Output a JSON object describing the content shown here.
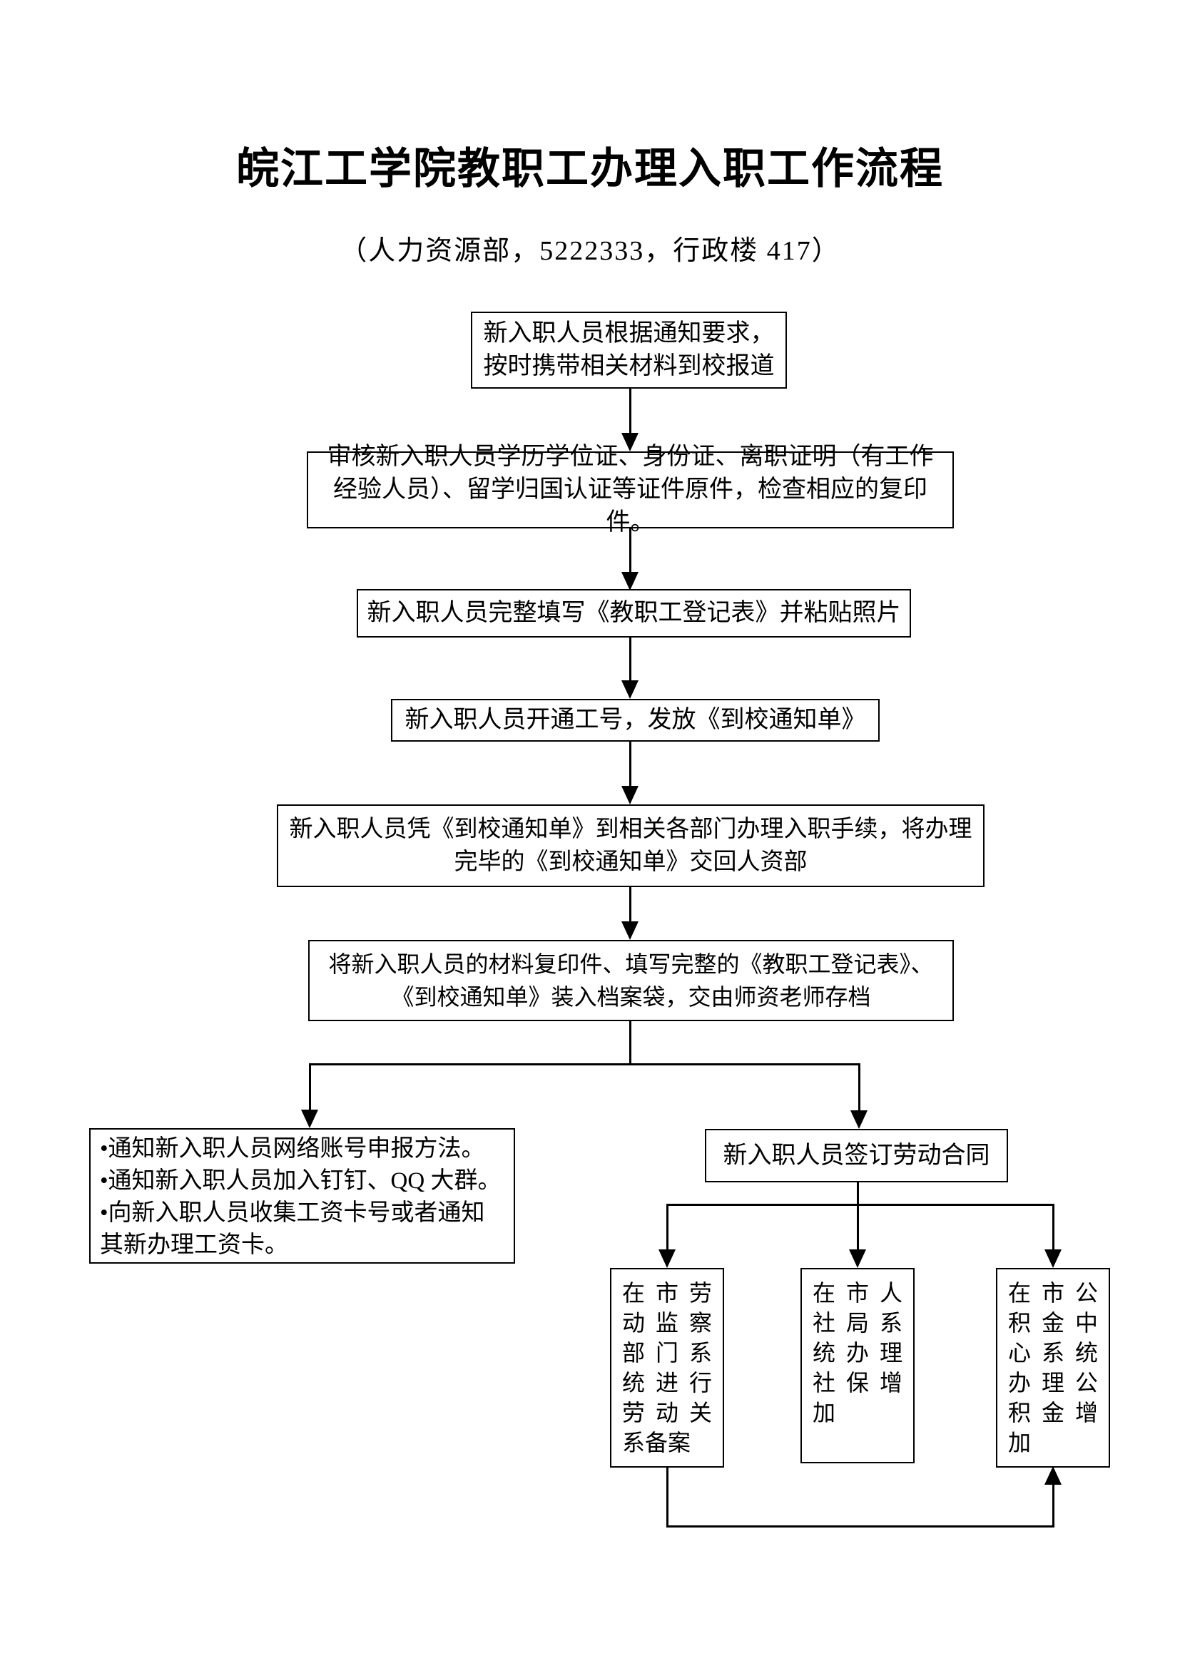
{
  "header": {
    "title": "皖江工学院教职工办理入职工作流程",
    "subtitle": "（人力资源部，5222333，行政楼 417）"
  },
  "flowchart": {
    "steps": {
      "arrive": "新入职人员根据通知要求，按时携带相关材料到校报道",
      "review": "审核新入职人员学历学位证、身份证、离职证明（有工作经验人员）、留学归国认证等证件原件，检查相应的复印件。",
      "fill_form": "新入职人员完整填写《教职工登记表》并粘贴照片",
      "work_id": "新入职人员开通工号，发放《到校通知单》",
      "procedures": "新入职人员凭《到校通知单》到相关各部门办理入职手续，将办理完毕的《到校通知单》交回人资部",
      "archive": "将新入职人员的材料复印件、填写完整的《教职工登记表》、《到校通知单》装入档案袋，交由师资老师存档"
    },
    "branches": {
      "notifications": {
        "bullets": [
          "•通知新入职人员网络账号申报方法。",
          "•通知新入职人员加入钉钉、QQ 大群。",
          "•向新入职人员收集工资卡号或者通知其新办理工资卡。"
        ]
      },
      "labor_contract": "新入职人员签订劳动合同",
      "labor_inspection": "在市劳动监察部门系统进行劳动关系备案",
      "social_security": "在市人社局系统办理社保增加",
      "housing_fund": "在市公积金中心系统办理公积金增加"
    }
  }
}
